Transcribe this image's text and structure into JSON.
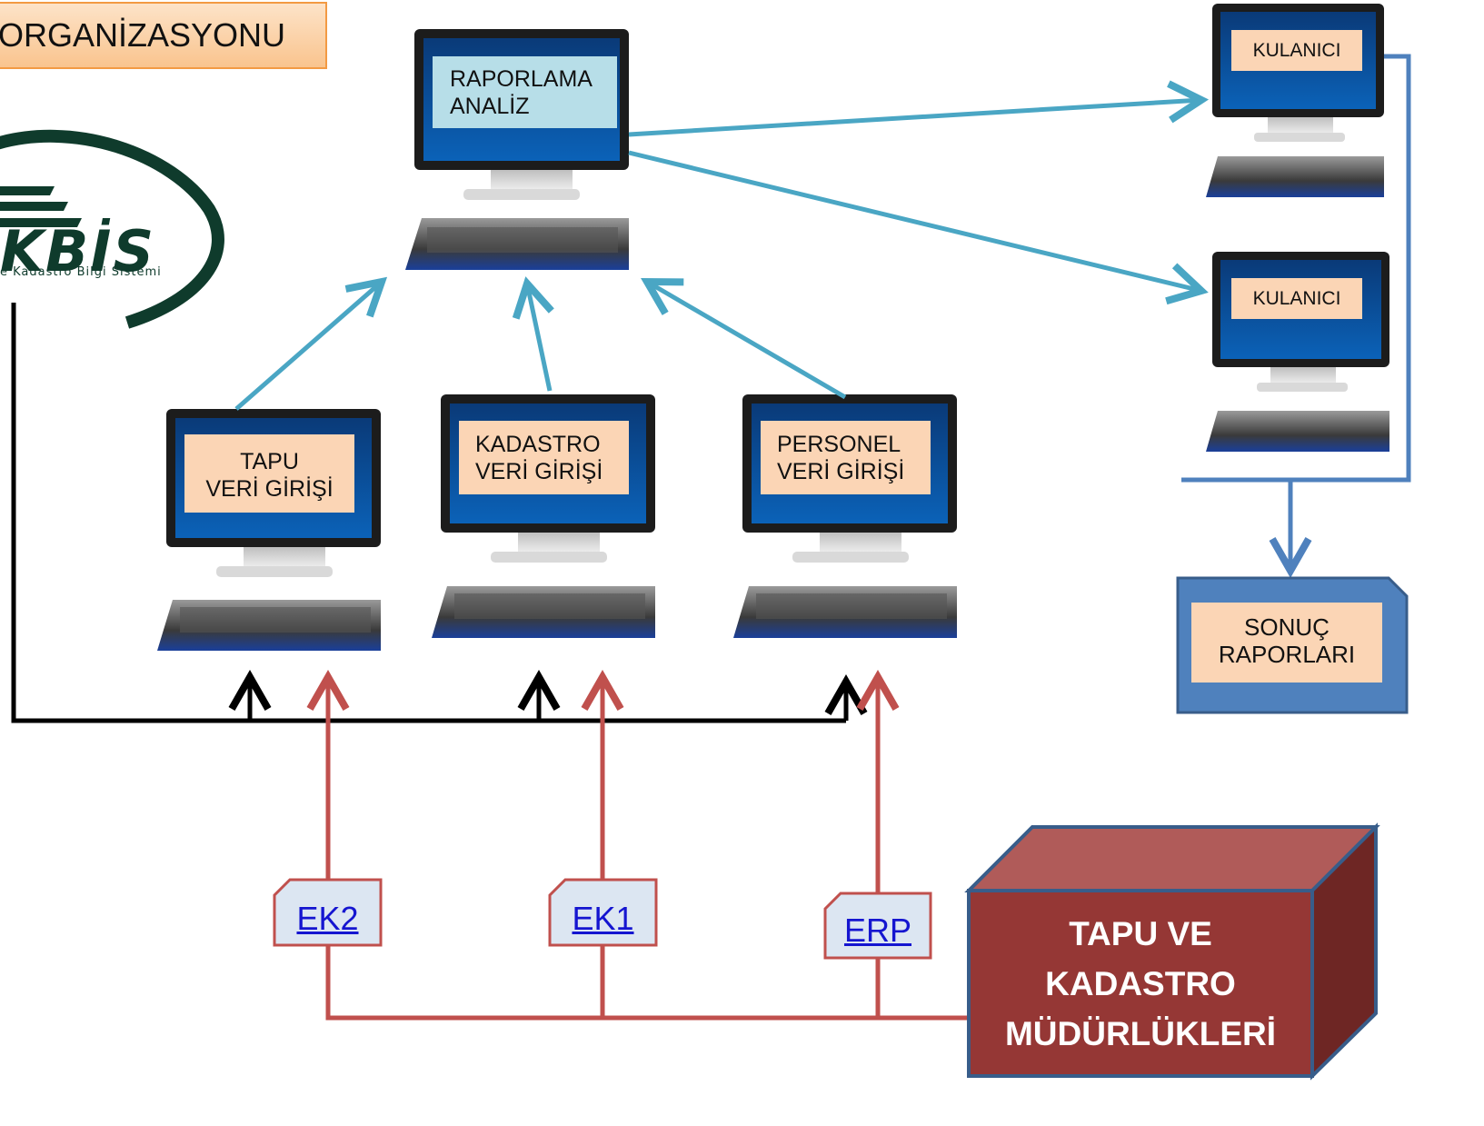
{
  "title": "ORGANİZASYONU",
  "logo": {
    "text": "KBİS",
    "subtitle": "e Kadastro Bilgi Sistemi"
  },
  "center_node": {
    "line1": "RAPORLAMA",
    "line2": "ANALİZ"
  },
  "input_nodes": [
    {
      "line1": "TAPU",
      "line2": "VERİ GİRİŞİ"
    },
    {
      "line1": "KADASTRO",
      "line2": "VERİ GİRİŞİ"
    },
    {
      "line1": "PERSONEL",
      "line2": "VERİ GİRİŞİ"
    }
  ],
  "user_nodes": [
    {
      "label": "KULANICI"
    },
    {
      "label": "KULANICI"
    }
  ],
  "result_node": {
    "line1": "SONUÇ",
    "line2": "RAPORLARI"
  },
  "documents": [
    {
      "label": "EK2"
    },
    {
      "label": "EK1"
    },
    {
      "label": "ERP"
    }
  ],
  "source_box": {
    "line1": "TAPU VE",
    "line2": "KADASTRO",
    "line3": "MÜDÜRLÜKLERİ"
  },
  "colors": {
    "blue_arrow": "#4aa6c4",
    "red_arrow": "#c0504d",
    "black_line": "#000000",
    "box_red": "#953735",
    "result_blue": "#4f81bd"
  }
}
